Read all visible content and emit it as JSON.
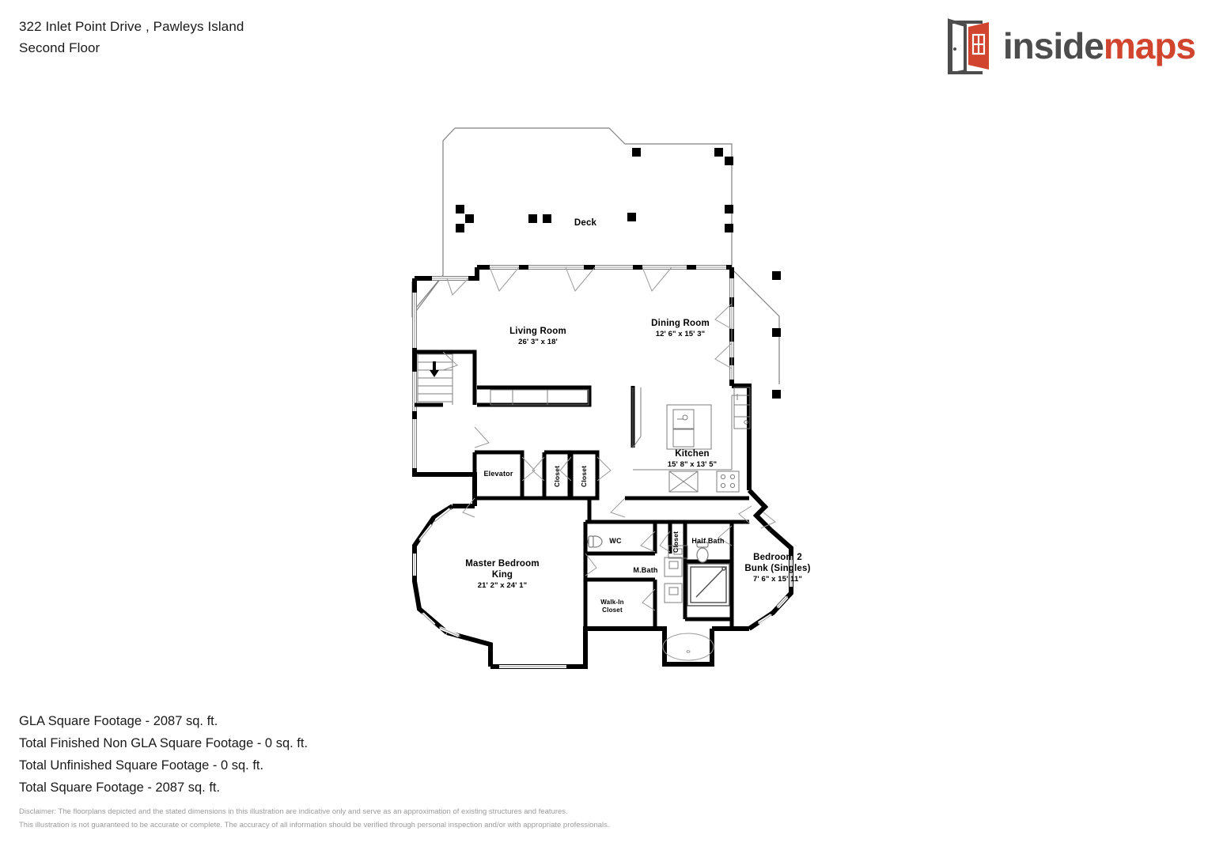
{
  "header": {
    "address": "322 Inlet Point Drive , Pawleys Island",
    "floor": "Second Floor"
  },
  "logo": {
    "word_primary": "inside",
    "word_accent": "maps",
    "icon": "open-door-icon",
    "accent_color": "#d1452f",
    "primary_color": "#4d4d4d"
  },
  "plan": {
    "rooms": [
      {
        "id": "deck",
        "name": "Deck",
        "sub": "",
        "dim": ""
      },
      {
        "id": "living-room",
        "name": "Living Room",
        "sub": "",
        "dim": "26' 3\" x 18'"
      },
      {
        "id": "dining-room",
        "name": "Dining Room",
        "sub": "",
        "dim": "12' 6\" x 15' 3\""
      },
      {
        "id": "kitchen",
        "name": "Kitchen",
        "sub": "",
        "dim": "15' 8\" x 13' 5\""
      },
      {
        "id": "elevator",
        "name": "Elevator",
        "sub": "",
        "dim": ""
      },
      {
        "id": "closet-1",
        "name": "Closet",
        "sub": "",
        "dim": ""
      },
      {
        "id": "closet-2",
        "name": "Closet",
        "sub": "",
        "dim": ""
      },
      {
        "id": "master-bedroom",
        "name": "Master Bedroom",
        "sub": "King",
        "dim": "21' 2\" x 24' 1\""
      },
      {
        "id": "wc",
        "name": "WC",
        "sub": "",
        "dim": ""
      },
      {
        "id": "m-bath",
        "name": "M.Bath",
        "sub": "",
        "dim": ""
      },
      {
        "id": "closet-3",
        "name": "Closet",
        "sub": "",
        "dim": ""
      },
      {
        "id": "half-bath",
        "name": "Half Bath",
        "sub": "",
        "dim": ""
      },
      {
        "id": "walk-in-closet",
        "name": "Walk-In",
        "sub": "Closet",
        "dim": ""
      },
      {
        "id": "bedroom-2",
        "name": "Bedroom 2",
        "sub": "Bunk (Singles)",
        "dim": "7' 6\" x 15' 11\""
      }
    ],
    "fixtures": [
      "stair-down-arrow",
      "sofa",
      "kitchen-island",
      "cooktop",
      "sink",
      "refrigerator",
      "toilet-wc",
      "toilet-half-bath",
      "vanity-half-bath",
      "double-vanity",
      "shower",
      "bathtub",
      "dishwasher"
    ],
    "wall_color": "#000000",
    "deck_outline_color": "#7a7a7a"
  },
  "footer": {
    "lines": [
      "GLA Square Footage - 2087 sq. ft.",
      "Total Finished Non GLA Square Footage - 0 sq. ft.",
      "Total Unfinished Square Footage - 0 sq. ft.",
      "Total Square Footage - 2087 sq. ft."
    ]
  },
  "disclaimer": {
    "line1": "Disclaimer: The floorplans depicted and the stated dimensions in this illustration are indicative only and serve as an approximation of existing structures and features.",
    "line2": "This illustration is not guaranteed to be accurate or complete. The accuracy of all information should be verified through personal inspection and/or with appropriate professionals."
  }
}
